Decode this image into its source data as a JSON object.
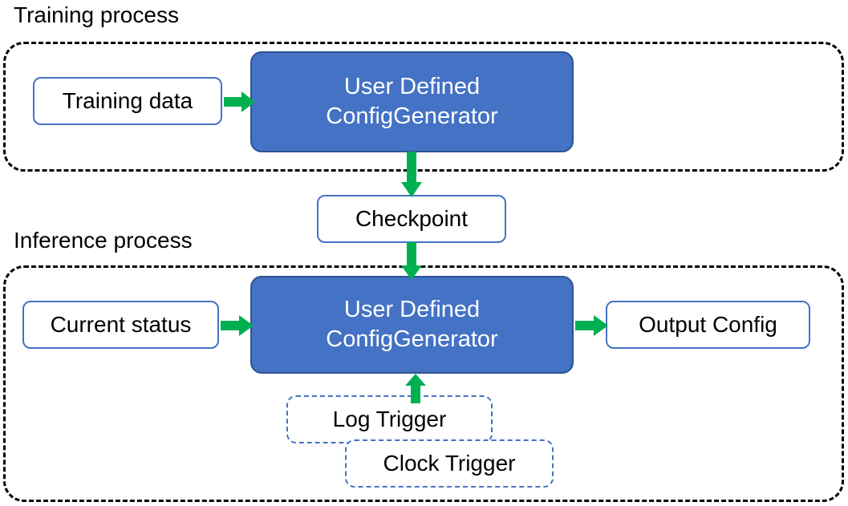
{
  "diagram": {
    "title_training": "Training process",
    "title_inference": "Inference process",
    "colors": {
      "process_fill": "#4472C4",
      "process_border": "#2E5395",
      "node_border": "#4472C4",
      "arrow": "#00B050",
      "group_border": "#000000",
      "text_dark": "#000000",
      "text_light": "#FFFFFF"
    },
    "groups": [
      {
        "name": "training-process",
        "label": "Training process",
        "border_style": "dashed"
      },
      {
        "name": "inference-process",
        "label": "Inference process",
        "border_style": "dashed"
      }
    ],
    "nodes": {
      "training_data": "Training data",
      "training_generator_line1": "User Defined",
      "training_generator_line2": "ConfigGenerator",
      "checkpoint": "Checkpoint",
      "current_status": "Current status",
      "inference_generator_line1": "User Defined",
      "inference_generator_line2": "ConfigGenerator",
      "output_config": "Output Config",
      "log_trigger": "Log Trigger",
      "clock_trigger": "Clock Trigger"
    },
    "edges": [
      {
        "name": "training-data-to-generator",
        "from": "Training data",
        "to": "User Defined ConfigGenerator",
        "direction": "right"
      },
      {
        "name": "generator-to-checkpoint",
        "from": "User Defined ConfigGenerator",
        "to": "Checkpoint",
        "direction": "down"
      },
      {
        "name": "checkpoint-to-inference-generator",
        "from": "Checkpoint",
        "to": "User Defined ConfigGenerator",
        "direction": "down"
      },
      {
        "name": "current-status-to-generator",
        "from": "Current status",
        "to": "User Defined ConfigGenerator",
        "direction": "right"
      },
      {
        "name": "generator-to-output-config",
        "from": "User Defined ConfigGenerator",
        "to": "Output Config",
        "direction": "right"
      },
      {
        "name": "triggers-to-generator",
        "from": "Log Trigger / Clock Trigger",
        "to": "User Defined ConfigGenerator",
        "direction": "up"
      }
    ]
  }
}
